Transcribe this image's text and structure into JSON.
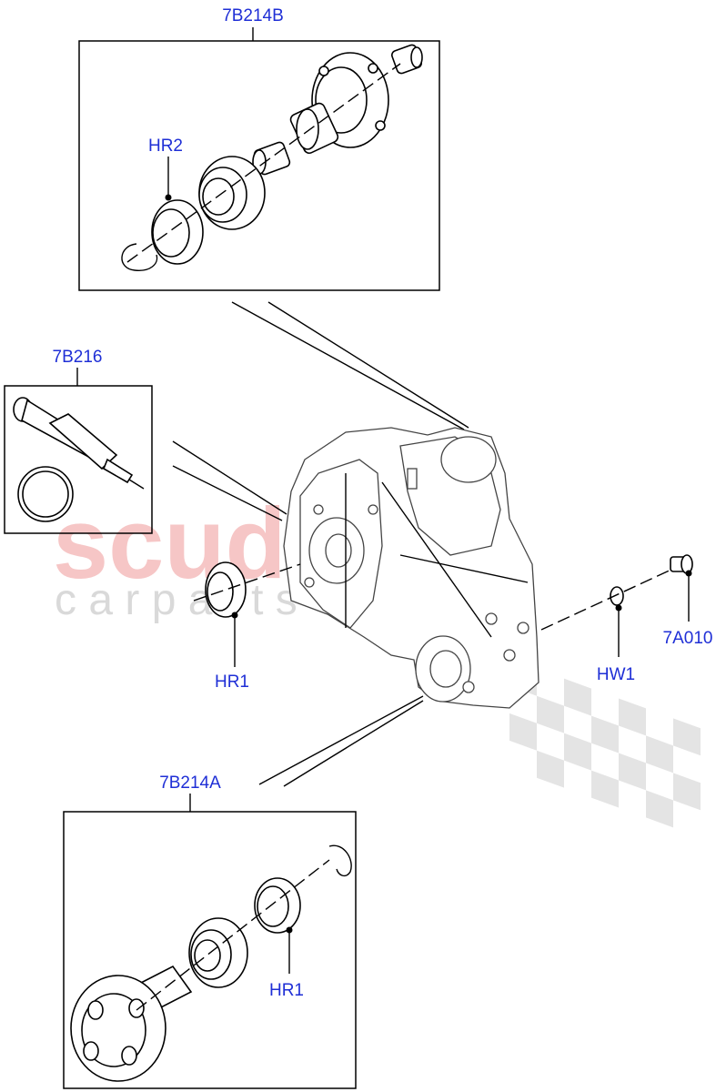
{
  "watermark": {
    "primary": "scuderia",
    "secondary": "c a r   p a r t s"
  },
  "callouts": {
    "box_upper": "7B214B",
    "box_left": "7B216",
    "box_lower": "7B214A",
    "hr2": "HR2",
    "hr1_left": "HR1",
    "hr1_lower": "HR1",
    "hw1": "HW1",
    "seven_a010": "7A010"
  }
}
